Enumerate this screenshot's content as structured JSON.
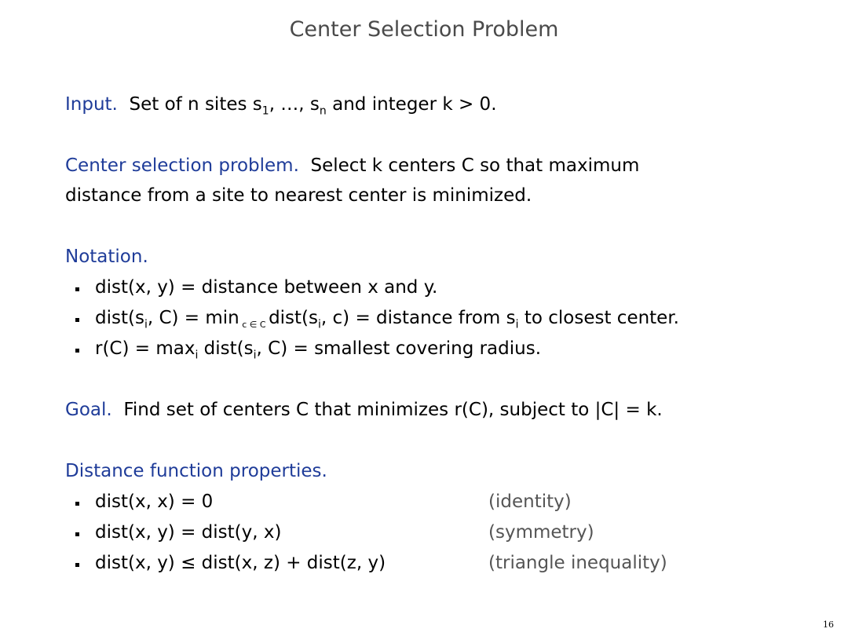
{
  "title": "Center Selection Problem",
  "input": {
    "heading": "Input.",
    "t1": "Set of n sites s",
    "sub1": "1",
    "t2": ", …, s",
    "sub2": "n",
    "t3": " and integer k > 0."
  },
  "center_problem": {
    "heading": "Center selection problem.",
    "line1": "Select k centers C so that maximum",
    "line2": "distance from a site to nearest center is minimized."
  },
  "notation": {
    "heading": "Notation.",
    "b1": "dist(x, y) = distance between x and y.",
    "b2_1": "dist(s",
    "b2_sub1": "i",
    "b2_2": ", C) = min",
    "b2_sub2": " c ∈ C ",
    "b2_3": "dist(s",
    "b2_sub3": "i",
    "b2_4": ", c)  = distance from s",
    "b2_sub4": "i",
    "b2_5": " to closest center.",
    "b3_1": "r(C) = max",
    "b3_sub1": "i",
    "b3_2": " dist(s",
    "b3_sub2": "i",
    "b3_3": ", C) = smallest covering radius."
  },
  "goal": {
    "heading": "Goal.",
    "text": "Find set of centers C that minimizes r(C), subject to |C| = k."
  },
  "distance": {
    "heading": "Distance function properties.",
    "items": [
      {
        "formula": "dist(x, x) = 0",
        "note": "(identity)"
      },
      {
        "formula": "dist(x, y) = dist(y, x)",
        "note": "(symmetry)"
      },
      {
        "formula": "dist(x, y) ≤ dist(x, z) + dist(z, y)",
        "note": "(triangle inequality)"
      }
    ]
  },
  "page_number": "16"
}
